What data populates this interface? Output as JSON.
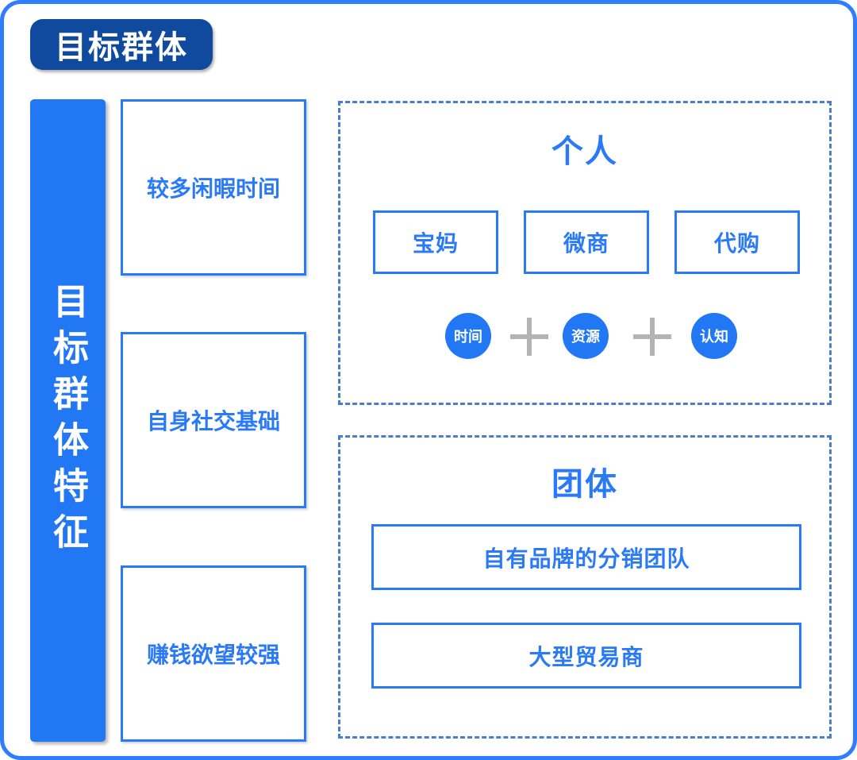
{
  "page": {
    "title_badge": "目标群体",
    "colors": {
      "frame_blue": "#2e7dfe",
      "badge_dark_blue": "#0f4a9e",
      "bar_blue": "#2277f4",
      "accent_text_blue": "#2a7af8",
      "dashed_border_blue": "#4b7ec9",
      "plus_gray": "#b3b3b3"
    }
  },
  "left_panel": {
    "vertical_label": "目标群体特征",
    "items": [
      {
        "label": "较多闲暇时间"
      },
      {
        "label": "自身社交基础"
      },
      {
        "label": "赚钱欲望较强"
      }
    ]
  },
  "individual_section": {
    "title": "个人",
    "types": [
      {
        "label": "宝妈"
      },
      {
        "label": "微商"
      },
      {
        "label": "代购"
      }
    ],
    "traits": [
      {
        "label": "时间"
      },
      {
        "label": "资源"
      },
      {
        "label": "认知"
      }
    ]
  },
  "group_section": {
    "title": "团体",
    "types": [
      {
        "label": "自有品牌的分销团队"
      },
      {
        "label": "大型贸易商"
      }
    ]
  }
}
